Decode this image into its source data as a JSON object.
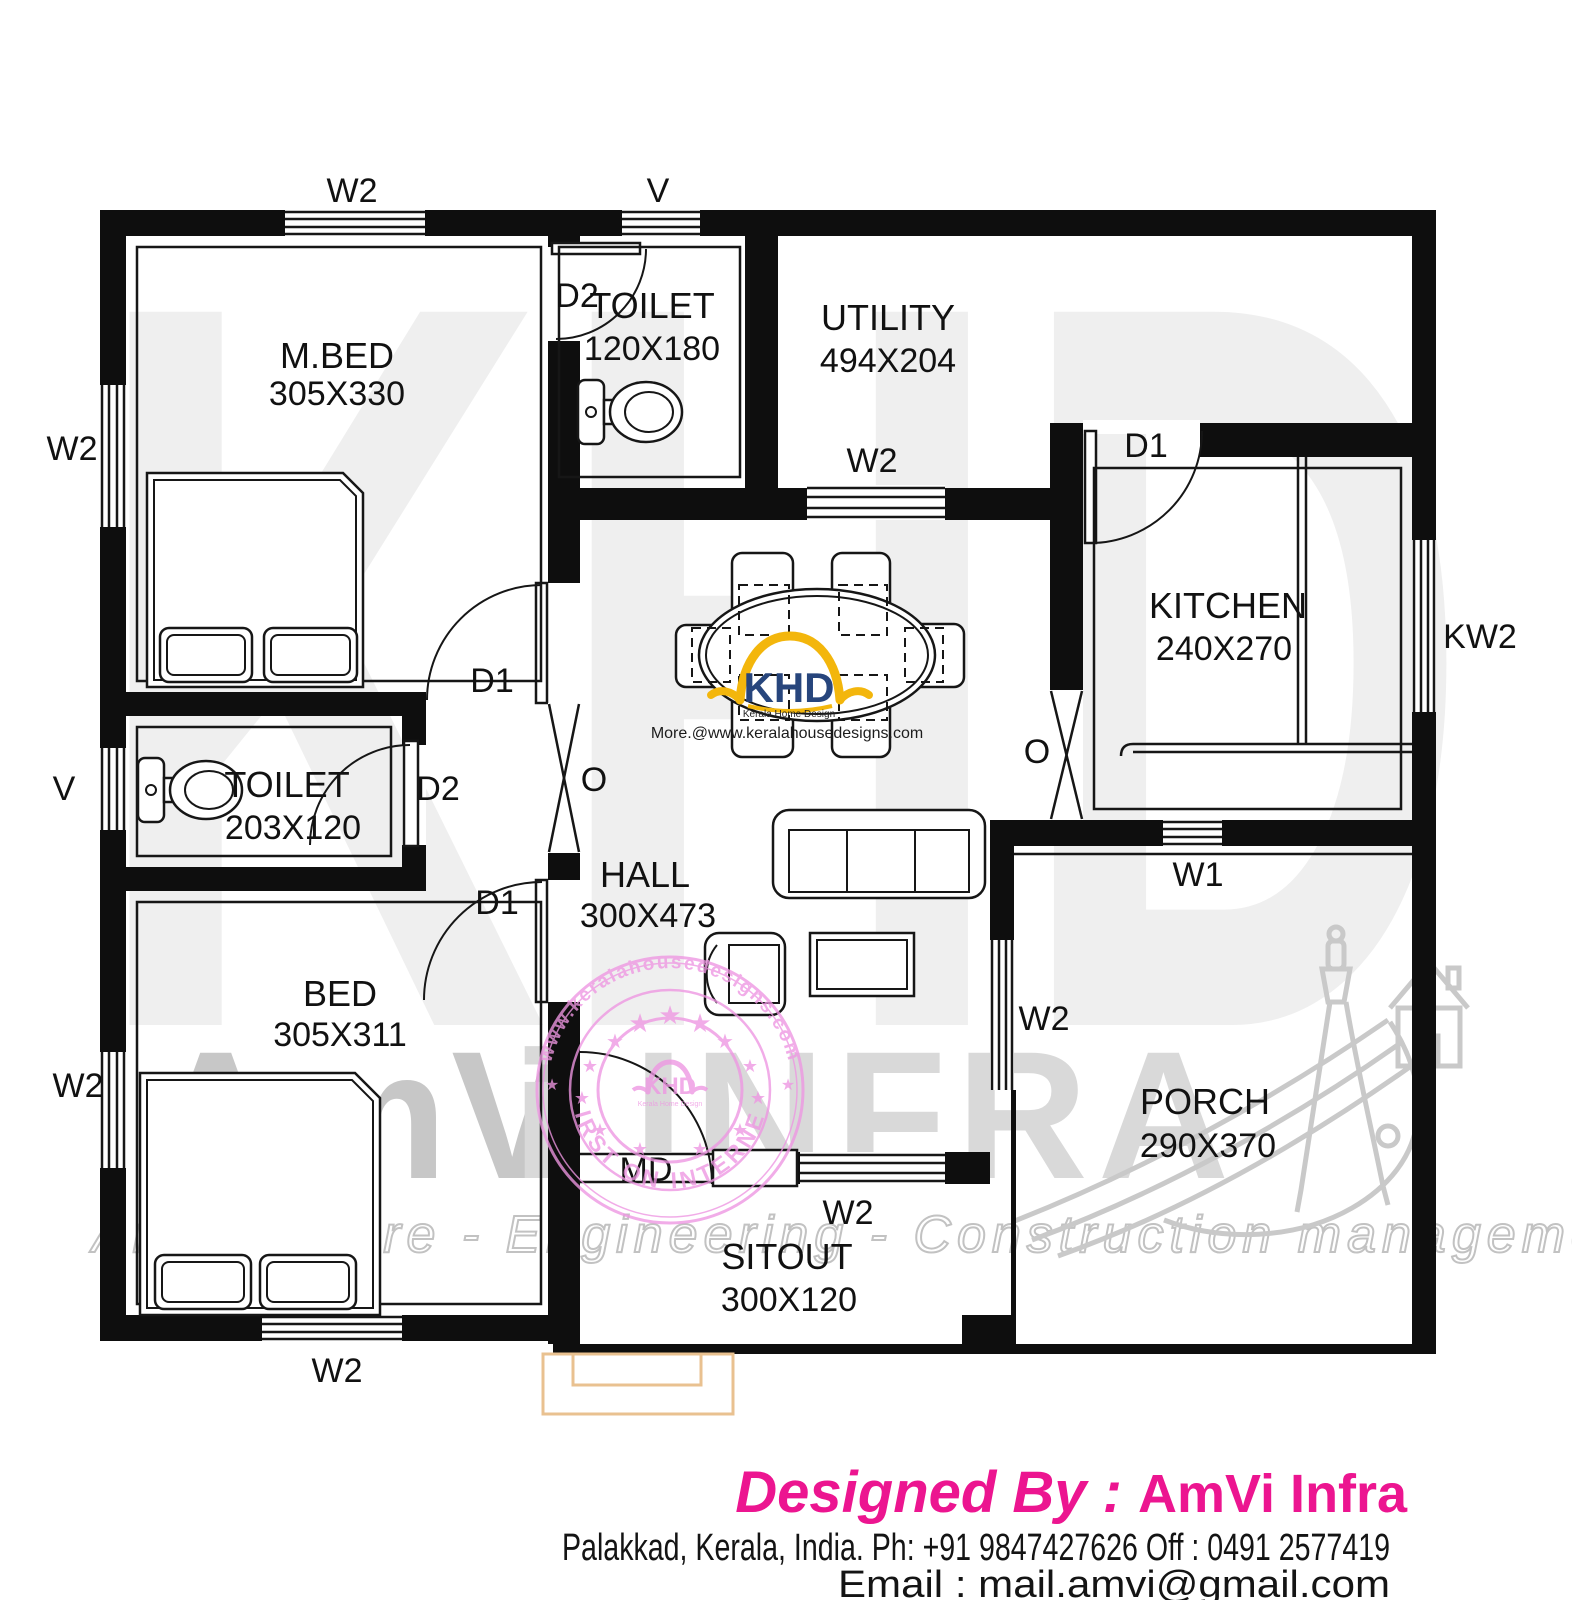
{
  "rooms": {
    "mbed": {
      "name": "M.BED",
      "dim": "305X330"
    },
    "toilet_top": {
      "name": "TOILET",
      "dim": "120X180"
    },
    "utility": {
      "name": "UTILITY",
      "dim": "494X204"
    },
    "kitchen": {
      "name": "KITCHEN",
      "dim": "240X270"
    },
    "toilet_left": {
      "name": "TOILET",
      "dim": "203X120"
    },
    "hall": {
      "name": "HALL",
      "dim": "300X473"
    },
    "bed": {
      "name": "BED",
      "dim": "305X311"
    },
    "porch": {
      "name": "PORCH",
      "dim": "290X370"
    },
    "sitout": {
      "name": "SITOUT",
      "dim": "300X120"
    }
  },
  "codes": {
    "w2": "W2",
    "w1": "W1",
    "v": "V",
    "kw2": "KW2",
    "d1": "D1",
    "d2": "D2",
    "md": "MD",
    "o": "O"
  },
  "branding": {
    "khd_logo": "KHD",
    "khd_sub": "Kerala Home Design",
    "khd_more": "More.@www.keralahousedesigns.com",
    "stamp_top": "www.keralahousedesigns.com",
    "stamp_bottom": "FIRST ON INTERNET",
    "watermark_big": "KHD",
    "watermark_company_left": "AmV",
    "watermark_company_right": "i INFRA",
    "watermark_services": "Architecture - Engineering - Construction management"
  },
  "footer": {
    "designed_by": "Designed By :",
    "company": "AmVi Infra",
    "address_phone": "Palakkad, Kerala, India.  Ph: +91 9847427626 Off : 0491 2577419",
    "email": "Email : mail.amvi@gmail.com",
    "accent_color": "#EC1590"
  }
}
